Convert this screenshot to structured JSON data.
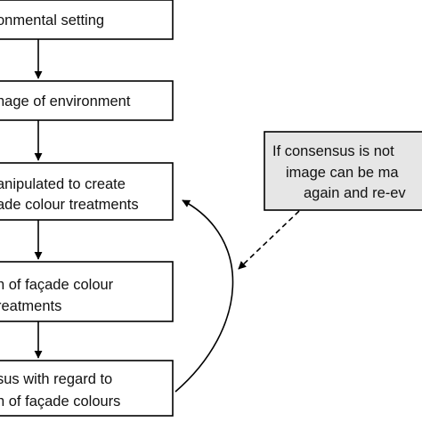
{
  "boxes": [
    {
      "id": "box1",
      "lines": [
        "onmental setting"
      ]
    },
    {
      "id": "box2",
      "lines": [
        "nage of environment"
      ]
    },
    {
      "id": "box3",
      "lines": [
        "anipulated to create",
        "ade colour treatments"
      ]
    },
    {
      "id": "box4",
      "lines": [
        "n of façade colour",
        "reatments"
      ]
    },
    {
      "id": "box5",
      "lines": [
        "sus with regard to",
        "n of façade colours"
      ]
    }
  ],
  "note": {
    "lines": [
      "If consensus is not",
      "image can be ma",
      "again and re-ev"
    ],
    "fill": "#e6e6e6"
  },
  "colors": {
    "stroke": "#000000",
    "text": "#111111"
  }
}
